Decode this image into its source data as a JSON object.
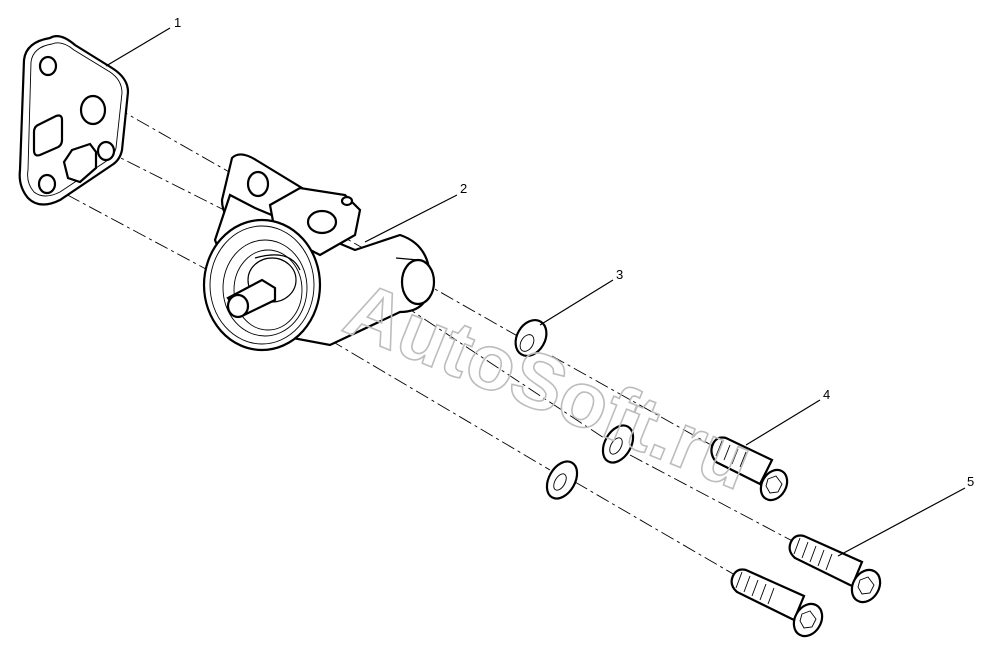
{
  "watermark": "AutoSoft.ru",
  "callouts": {
    "c1": "1",
    "c2": "2",
    "c3": "3",
    "c4": "4",
    "c5": "5"
  }
}
